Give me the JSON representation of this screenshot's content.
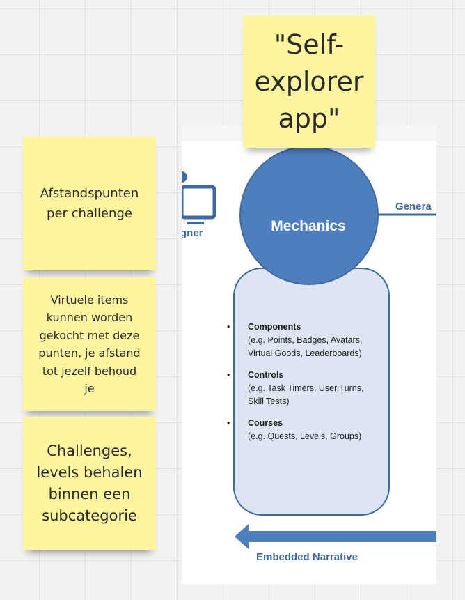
{
  "stickies": {
    "title": "\"Self-\nexplorer\napp\"",
    "note1": "Afstandspunten\nper challenge",
    "note2": "Virtuele items\nkunnen worden\ngekocht met deze\npunten, je afstand\ntot jezelf behoud\nje",
    "note3": "Challenges,\nlevels behalen\nbinnen een\nsubcategorie"
  },
  "diagram": {
    "circle_label": "Mechanics",
    "right_label": "Genera",
    "left_label": "gner",
    "bullet_glyph": "•",
    "items": [
      {
        "title": "Components",
        "desc": "(e.g. Points, Badges, Avatars, Virtual Goods, Leaderboards)"
      },
      {
        "title": "Controls",
        "desc": "(e.g. Task Timers, User Turns, Skill Tests)"
      },
      {
        "title": "Courses",
        "desc": "(e.g. Quests, Levels, Groups)"
      }
    ],
    "bottom_label": "Embedded Narrative",
    "colors": {
      "circle": "#4f7ebf",
      "box": "#dce5f1",
      "stroke": "#3e6aa0",
      "sticky": "#fff59e"
    }
  }
}
